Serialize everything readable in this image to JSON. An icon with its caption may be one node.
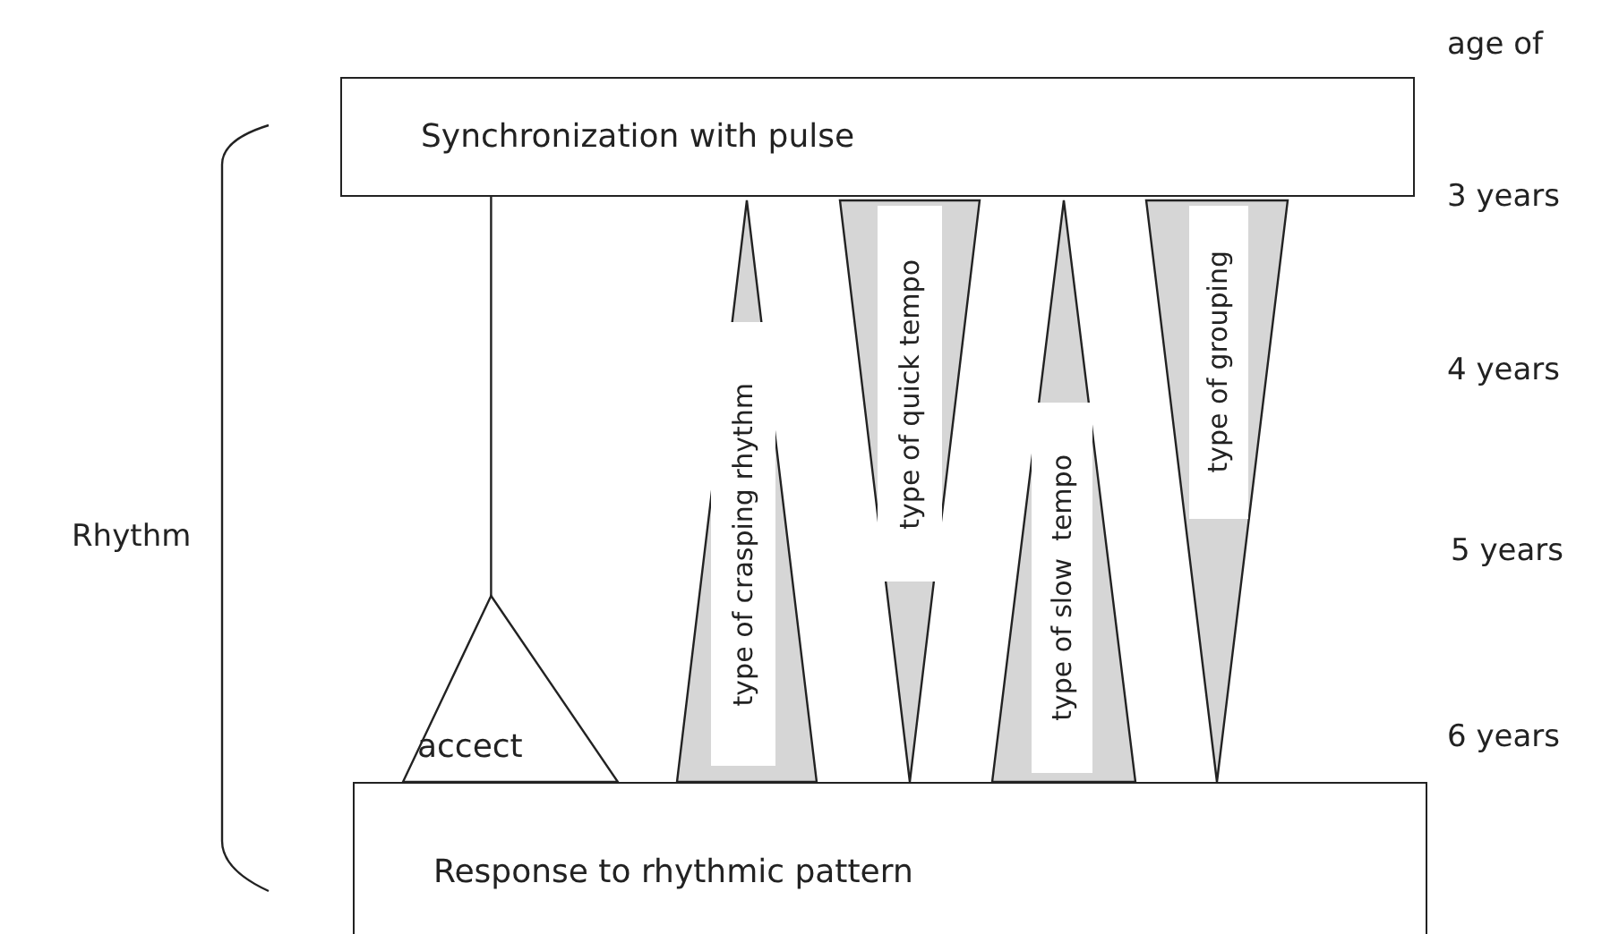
{
  "diagram": {
    "nodes": [
      {
        "text": [
          "Synchronization with pulse"
        ]
      },
      {
        "text": [
          "Response to rhythmic pattern"
        ]
      },
      {
        "text": [
          "accect"
        ]
      },
      {
        "text": [
          "type of crasping rhythm"
        ]
      },
      {
        "text": [
          "type of quick tempo"
        ]
      },
      {
        "text": [
          "type of slow  tempo"
        ]
      },
      {
        "text": [
          "type of grouping"
        ]
      }
    ],
    "edges": [
      {
        "from": 0,
        "to": 2,
        "arrow": "none"
      }
    ],
    "labels": [
      "Rhythm",
      "age of",
      "3 years",
      "4 years",
      "5 years",
      "6 years"
    ]
  }
}
